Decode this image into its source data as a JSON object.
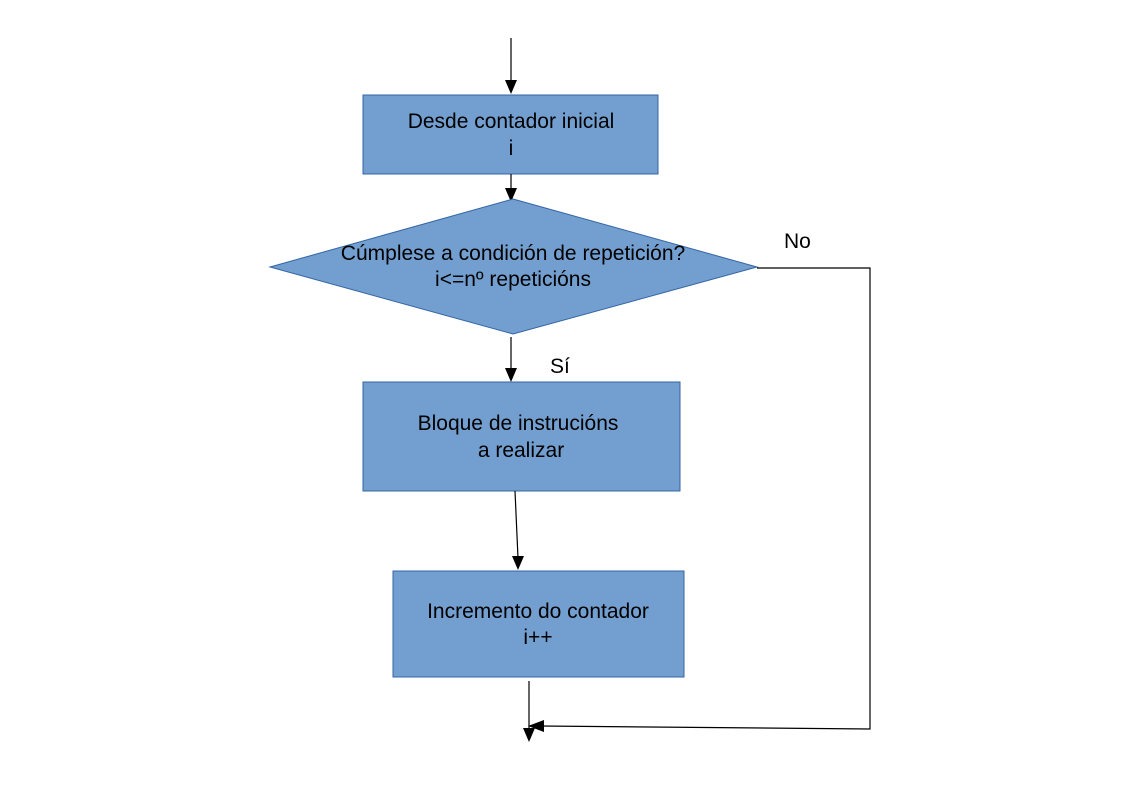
{
  "diagram": {
    "fill_color": "#729fcf",
    "border_color": "#3465a4",
    "line_color": "#000000",
    "nodes": {
      "init": {
        "line1": "Desde contador inicial",
        "line2": "i"
      },
      "condition": {
        "line1": "Cúmplese a condición de repetición?",
        "line2": "i<=nº repeticións"
      },
      "block": {
        "line1": "Bloque de instrucións",
        "line2": "a realizar"
      },
      "increment": {
        "line1": "Incremento do contador",
        "line2": "i++"
      }
    },
    "edge_labels": {
      "no": "No",
      "yes": "Sí"
    }
  }
}
